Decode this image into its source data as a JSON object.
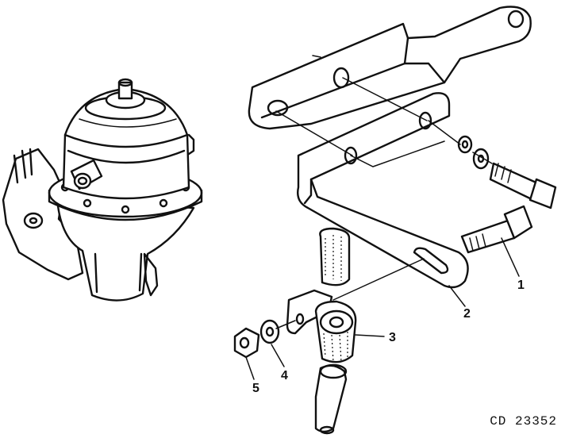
{
  "callouts": [
    {
      "id": "1",
      "label": "1"
    },
    {
      "id": "2",
      "label": "2"
    },
    {
      "id": "3",
      "label": "3"
    },
    {
      "id": "4",
      "label": "4"
    },
    {
      "id": "5",
      "label": "5"
    }
  ],
  "reference_code": "CD 23352"
}
